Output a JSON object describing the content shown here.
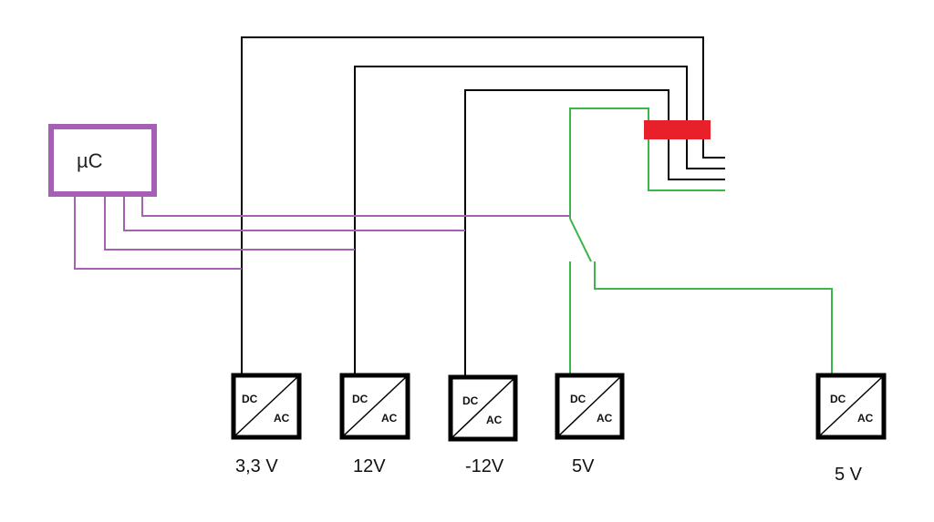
{
  "microcontroller": {
    "label": "µC"
  },
  "converters": [
    {
      "input": "DC",
      "output": "AC",
      "voltage": "3,3 V"
    },
    {
      "input": "DC",
      "output": "AC",
      "voltage": "12V"
    },
    {
      "input": "DC",
      "output": "AC",
      "voltage": "-12V"
    },
    {
      "input": "DC",
      "output": "AC",
      "voltage": "5V"
    },
    {
      "input": "DC",
      "output": "AC",
      "voltage": "5 V"
    }
  ],
  "colors": {
    "power_line": "#000000",
    "control_line": "#a55fb5",
    "switched_line": "#3cb54a",
    "connector": "#e8202a",
    "mc_border": "#a55fb5"
  }
}
